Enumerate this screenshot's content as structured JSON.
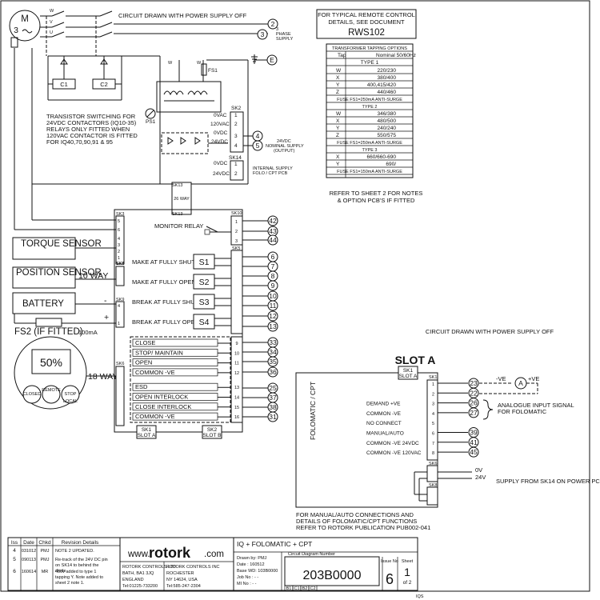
{
  "notes": {
    "circuit_off_top": "CIRCUIT DRAWN WITH POWER SUPPLY OFF",
    "phase_label": "3 PHASE SUPPLY",
    "typical_remote_1": "FOR TYPICAL REMOTE CONTROL",
    "typical_remote_2": "DETAILS, SEE DOCUMENT",
    "doc_ref": "RWS102",
    "transistor_note_1": "TRANSISTOR SWITCHING FOR",
    "transistor_note_2": "24VDC CONTACTORS (IQ10-35)",
    "transistor_note_3": "RELAYS ONLY FITTED WHEN",
    "transistor_note_4": "120VAC CONTACTOR IS FITTED",
    "transistor_note_5": "FOR IQ40,70,90,91 & 95",
    "vdc_24_1": "24VDC",
    "vdc_24_2": "NOMINAL SUPPLY",
    "vdc_24_3": "(OUTPUT)",
    "internal_supply_1": "INTERNAL SUPPLY",
    "internal_supply_2": "FOLO / CPT PCB",
    "refer_sheet2_1": "REFER TO SHEET 2 FOR NOTES",
    "refer_sheet2_2": "& OPTION PCB'S IF FITTED",
    "circuit_off_right": "CIRCUIT DRAWN WITH POWER SUPPLY OFF",
    "analogue_1": "ANALOGUE INPUT SIGNAL",
    "analogue_2": "FOR FOLOMATIC",
    "supply_sk14": "SUPPLY FROM SK14 ON POWER PCB",
    "manual_auto_1": "FOR MANUAL/AUTO CONNECTIONS AND",
    "manual_auto_2": "DETAILS OF FOLOMATIC/CPT FUNCTIONS",
    "manual_auto_3": "REFER TO ROTORK PUBLICATION PUB002-041",
    "monitor_relay": "MONITOR RELAY",
    "fs2": "FS2 (IF FITTED)",
    "fs2_rating": "100mA",
    "ten_way": "10 WAY",
    "eighteen_way": "18 WAY",
    "display_value": "50%",
    "ps1": "PS1",
    "fs1": "FS1",
    "slot_a": "SLOT A",
    "folomatic_cpt": "FOLOMATIC / CPT",
    "ve_minus": "-VE",
    "ve_plus": "+VE",
    "ov": "0V",
    "v24": "24V",
    "minus": "-",
    "plus": "+",
    "motor_m": "M",
    "motor_3": "3"
  },
  "tapping_table": {
    "title": "TRANSFORMER TAPPING OPTIONS",
    "col_tap": "Tap",
    "col_nominal": "Nominal 50/60Hz",
    "type1": "TYPE 1",
    "type1_rows": [
      [
        "W",
        "220/230"
      ],
      [
        "X",
        "380/400"
      ],
      [
        "Y",
        "400,415/420"
      ],
      [
        "Z",
        "440/460"
      ]
    ],
    "type1_fuse": "FUSE FS1=250mA ANTI-SURGE",
    "type2": "TYPE 2",
    "type2_rows": [
      [
        "W",
        "346/380"
      ],
      [
        "X",
        "480/500"
      ],
      [
        "Y",
        "240/240"
      ],
      [
        "Z",
        "550/575"
      ]
    ],
    "type2_fuse": "FUSE FS1=250mA ANTI-SURGE",
    "type3": "TYPE 3",
    "type3_rows": [
      [
        "X",
        "660/660-690"
      ],
      [
        "Y",
        "690/"
      ]
    ],
    "type3_fuse": "FUSE FS1=150mA ANTI-SURGE"
  },
  "sk2": {
    "name": "SK2",
    "rows": [
      [
        "0VAC",
        "1"
      ],
      [
        "120VAC",
        "2"
      ],
      [
        "0VDC",
        "3"
      ],
      [
        "24VDC",
        "4"
      ]
    ]
  },
  "sk14": {
    "name": "SK14",
    "rows": [
      [
        "0VDC",
        "1"
      ],
      [
        "24VDC",
        "2"
      ]
    ]
  },
  "sk13_top": "SK13",
  "sk13_bottom": "SK13",
  "way26": "26 WAY",
  "sk3": "SK3",
  "sk3_pins": [
    "5",
    "6",
    "4",
    "3",
    "2",
    "1"
  ],
  "sk4": "SK4",
  "sk5": "SK5",
  "sk6": "SK6",
  "sk9": "SK9",
  "sk9_pins": [
    "4",
    "1"
  ],
  "sk10": "SK10",
  "sk10_pins": [
    "1",
    "2",
    "3"
  ],
  "sensors": [
    "TORQUE SENSOR",
    "POSITION SENSOR",
    "BATTERY"
  ],
  "switches": [
    {
      "label": "MAKE AT FULLY SHUT",
      "name": "S1"
    },
    {
      "label": "MAKE AT FULLY OPEN",
      "name": "S2"
    },
    {
      "label": "BREAK AT FULLY SHUT",
      "name": "S3"
    },
    {
      "label": "BREAK AT FULLY OPEN",
      "name": "S4"
    }
  ],
  "sk5_pins": [
    "1",
    "2",
    "3",
    "4",
    "5",
    "6",
    "7",
    "8"
  ],
  "controls": [
    {
      "label": "CLOSE",
      "pin": "9"
    },
    {
      "label": "STOP/ MAINTAIN",
      "pin": "10"
    },
    {
      "label": "OPEN",
      "pin": "11"
    },
    {
      "label": "COMMON -VE",
      "pin": "12"
    },
    {
      "label": "ESD",
      "pin": "13"
    },
    {
      "label": "OPEN INTERLOCK",
      "pin": "14"
    },
    {
      "label": "CLOSE INTERLOCK",
      "pin": "15"
    },
    {
      "label": "COMMON -VE",
      "pin": "16"
    }
  ],
  "pin_row_labels": [
    "1",
    "2",
    "3",
    "4",
    "5",
    "6",
    "7",
    "8"
  ],
  "slot_boxes": [
    {
      "top": "SK1",
      "bottom": "SLOT A"
    },
    {
      "top": "SK2",
      "bottom": "SLOT B"
    }
  ],
  "slot_a_box": {
    "top": "SK1",
    "bottom": "SLOT A"
  },
  "slot_a_rows": [
    {
      "label": "",
      "pin": "1",
      "term": "23"
    },
    {
      "label": "",
      "pin": "2",
      "term": "22"
    },
    {
      "label": "DEMAND +VE",
      "pin": "3",
      "term": "26"
    },
    {
      "label": "COMMON -VE",
      "pin": "4",
      "term": "27"
    },
    {
      "label": "NO CONNECT",
      "pin": "5",
      "term": ""
    },
    {
      "label": "MANUAL/AUTO",
      "pin": "6",
      "term": "39"
    },
    {
      "label": "COMMON -VE 24VDC",
      "pin": "7",
      "term": "41"
    },
    {
      "label": "COMMON -VE 120VAC",
      "pin": "8",
      "term": "45"
    }
  ],
  "sk1_right": "SK1",
  "sk6_right": "SK6",
  "sk8_right": "SK8",
  "terminals_top": [
    "2",
    "3",
    "E",
    "4",
    "5"
  ],
  "terminals_left": [
    "42",
    "43",
    "44",
    "6",
    "7",
    "8",
    "9",
    "10",
    "11",
    "12",
    "13",
    "33",
    "34",
    "35",
    "36",
    "25",
    "37",
    "38",
    "31"
  ],
  "meter_a": "A",
  "title_block": {
    "hdr_iss": "Iss",
    "hdr_date": "Date",
    "hdr_chkd": "Chkd",
    "hdr_rev": "Revision Details",
    "revs": [
      {
        "iss": "4",
        "date": "031012",
        "chkd": "PMJ",
        "details": "NOTE 2 UPDATED."
      },
      {
        "iss": "5",
        "date": "090113",
        "chkd": "PMJ",
        "details": "Re-track of the 24V DC pin on SK14 to behind the diode"
      },
      {
        "iss": "6",
        "date": "160614",
        "chkd": "MR",
        "details": "400v added to type 1 tapping Y. Note added to sheet 2 note 1."
      }
    ],
    "www": "www.",
    "brand": "rotork",
    "com": ".com",
    "addr1": [
      "ROTORK CONTROLS LTD",
      "BATH, BA1 3JQ",
      "ENGLAND",
      "Tel:01225-733200"
    ],
    "addr2": [
      "ROTORK CONTROLS INC",
      "ROCHESTER",
      "NY 14624, USA",
      "Tel:585-247-2304"
    ],
    "drawing_title": "IQ + FOLOMATIC + CPT",
    "drawn_by": "Drawn by: PMJ",
    "date": "Date     : 160512",
    "base_wd": "Base WD: 103B0000",
    "job_no": "Job No  :  -  -",
    "mi_no": "MI No    :  -  -",
    "cdn_label": "Circuit Diagram Number",
    "cdn": "203B0000",
    "issue_label": "Issue No",
    "issue": "6",
    "sheet_label": "Sheet",
    "sheet": "1",
    "sheet_of": "of 2",
    "codes": [
      "B1",
      "C1",
      "B2",
      "C2"
    ]
  },
  "footer_code": "IQS"
}
